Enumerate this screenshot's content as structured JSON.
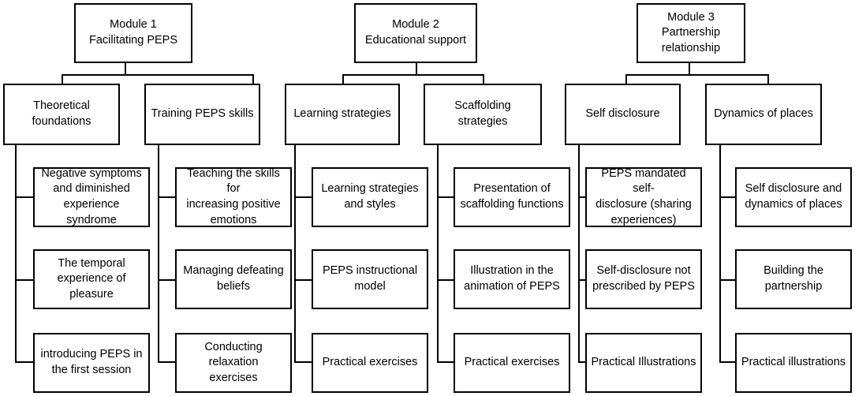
{
  "modules": [
    {
      "title": "Module 1\nFacilitating PEPS",
      "branches": [
        {
          "title": "Theoretical\nfoundations",
          "items": [
            "Negative symptoms\nand diminished\nexperience syndrome",
            "The temporal\nexperience of\npleasure",
            "introducing PEPS in\nthe first session"
          ]
        },
        {
          "title": "Training PEPS skills",
          "items": [
            "Teaching the skills for\nincreasing positive\nemotions",
            "Managing defeating\nbeliefs",
            "Conducting relaxation\nexercises"
          ]
        }
      ]
    },
    {
      "title": "Module 2\nEducational support",
      "branches": [
        {
          "title": "Learning strategies",
          "items": [
            "Learning strategies\nand styles",
            "PEPS instructional\nmodel",
            "Practical exercises"
          ]
        },
        {
          "title": "Scaffolding strategies",
          "items": [
            "Presentation of\nscaffolding functions",
            "Illustration in the\nanimation of PEPS",
            "Practical exercises"
          ]
        }
      ]
    },
    {
      "title": "Module 3\nPartnership\nrelationship",
      "branches": [
        {
          "title": "Self disclosure",
          "items": [
            "PEPS mandated self-\ndisclosure (sharing\nexperiences)",
            "Self-disclosure not\nprescribed by PEPS",
            "Practical Illustrations"
          ]
        },
        {
          "title": "Dynamics of places",
          "items": [
            "Self disclosure and\ndynamics of places",
            "Building the\npartnership",
            "Practical illustrations"
          ]
        }
      ]
    }
  ]
}
